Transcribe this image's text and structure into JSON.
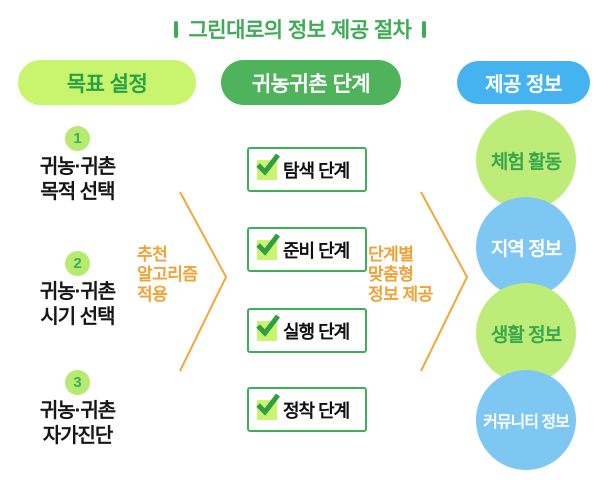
{
  "title": "그린대로의 정보 제공 절차",
  "headers": {
    "goal": "목표 설정",
    "stage": "귀농귀촌 단계",
    "info": "제공 정보"
  },
  "steps": [
    {
      "num": "1",
      "lines": [
        "귀농·귀촌",
        "목적 선택"
      ]
    },
    {
      "num": "2",
      "lines": [
        "귀농·귀촌",
        "시기 선택"
      ]
    },
    {
      "num": "3",
      "lines": [
        "귀농·귀촌",
        "자가진단"
      ]
    }
  ],
  "stages": [
    {
      "label": "탐색 단계",
      "checked": true
    },
    {
      "label": "준비 단계",
      "checked": true
    },
    {
      "label": "실행 단계",
      "checked": true
    },
    {
      "label": "정착 단계",
      "checked": true
    }
  ],
  "arrows": [
    {
      "lines": [
        "추천",
        "알고리즘",
        "적용"
      ]
    },
    {
      "lines": [
        "단계별",
        "맞춤형",
        "정보 제공"
      ]
    }
  ],
  "info_circles": [
    {
      "label": "체험 활동",
      "color": "green"
    },
    {
      "label": "지역 정보",
      "color": "blue"
    },
    {
      "label": "생활 정보",
      "color": "green"
    },
    {
      "label": "커뮤니티 정보",
      "color": "blue"
    }
  ],
  "colors": {
    "title_green": "#3fab57",
    "lime": "#c9f46e",
    "pill_green": "#4fb35c",
    "pill_blue": "#45b3ef",
    "orange": "#f0a237",
    "circle_green": "#bdec79",
    "circle_blue": "#7fc7f3",
    "box_border_green": "#3fae5a",
    "check_green": "#2f9e44",
    "text_dark": "#161616"
  }
}
